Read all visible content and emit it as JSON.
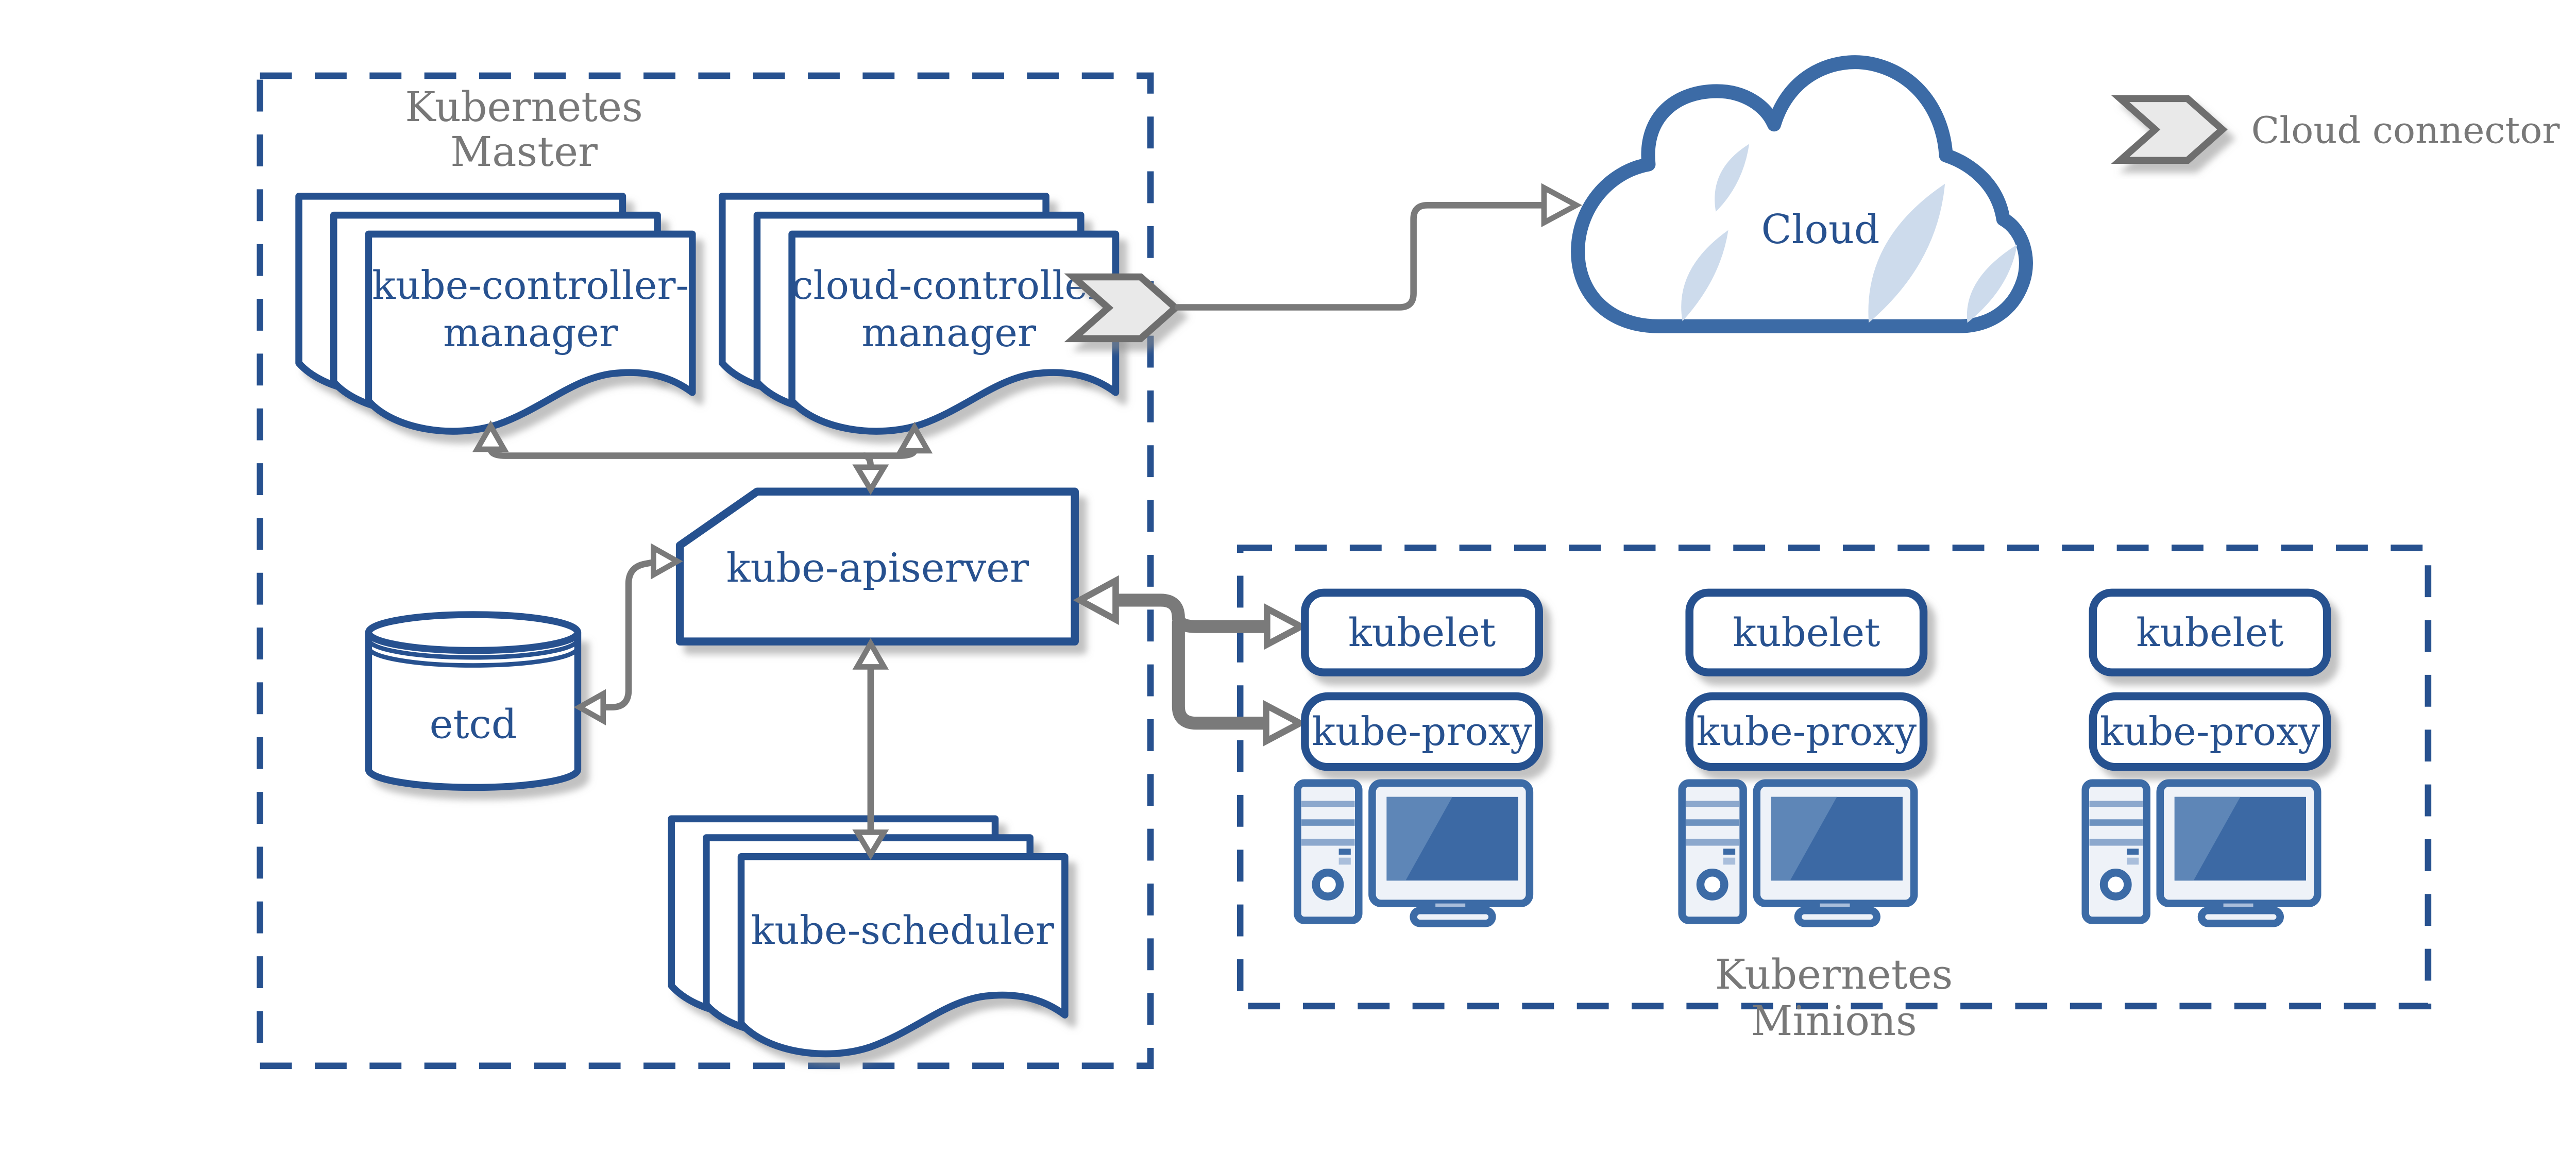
{
  "colors": {
    "blue": "#27518f",
    "mid_blue": "#3c6ba6",
    "screen_blue": "#3c69a4",
    "screen_highlight": "#5e86b7",
    "light_fill": "#eef2f8",
    "crescent": "#cddbec",
    "gray_text": "#787878",
    "arrow_gray": "#7a7a7a",
    "chevron_fill": "#e9e9e9",
    "chevron_border": "#6e6e6e",
    "band_light": "#8ca8cd",
    "band_mid": "#6d92bf",
    "accent_rect": "#a9bedb"
  },
  "master": {
    "title_line1": "Kubernetes",
    "title_line2": "Master",
    "kube_controller_manager": {
      "line1": "kube-controller-",
      "line2": "manager"
    },
    "cloud_controller_manager": {
      "line1": "cloud-controller",
      "line2": "manager"
    },
    "kube_apiserver": {
      "label": "kube-apiserver"
    },
    "etcd": {
      "label": "etcd"
    },
    "kube_scheduler": {
      "label": "kube-scheduler"
    }
  },
  "cloud": {
    "label": "Cloud"
  },
  "legend": {
    "label": "Cloud connector"
  },
  "minions": {
    "title_line1": "Kubernetes",
    "title_line2": "Minions",
    "nodes": [
      {
        "kubelet": "kubelet",
        "kube_proxy": "kube-proxy"
      },
      {
        "kubelet": "kubelet",
        "kube_proxy": "kube-proxy"
      },
      {
        "kubelet": "kubelet",
        "kube_proxy": "kube-proxy"
      }
    ]
  }
}
